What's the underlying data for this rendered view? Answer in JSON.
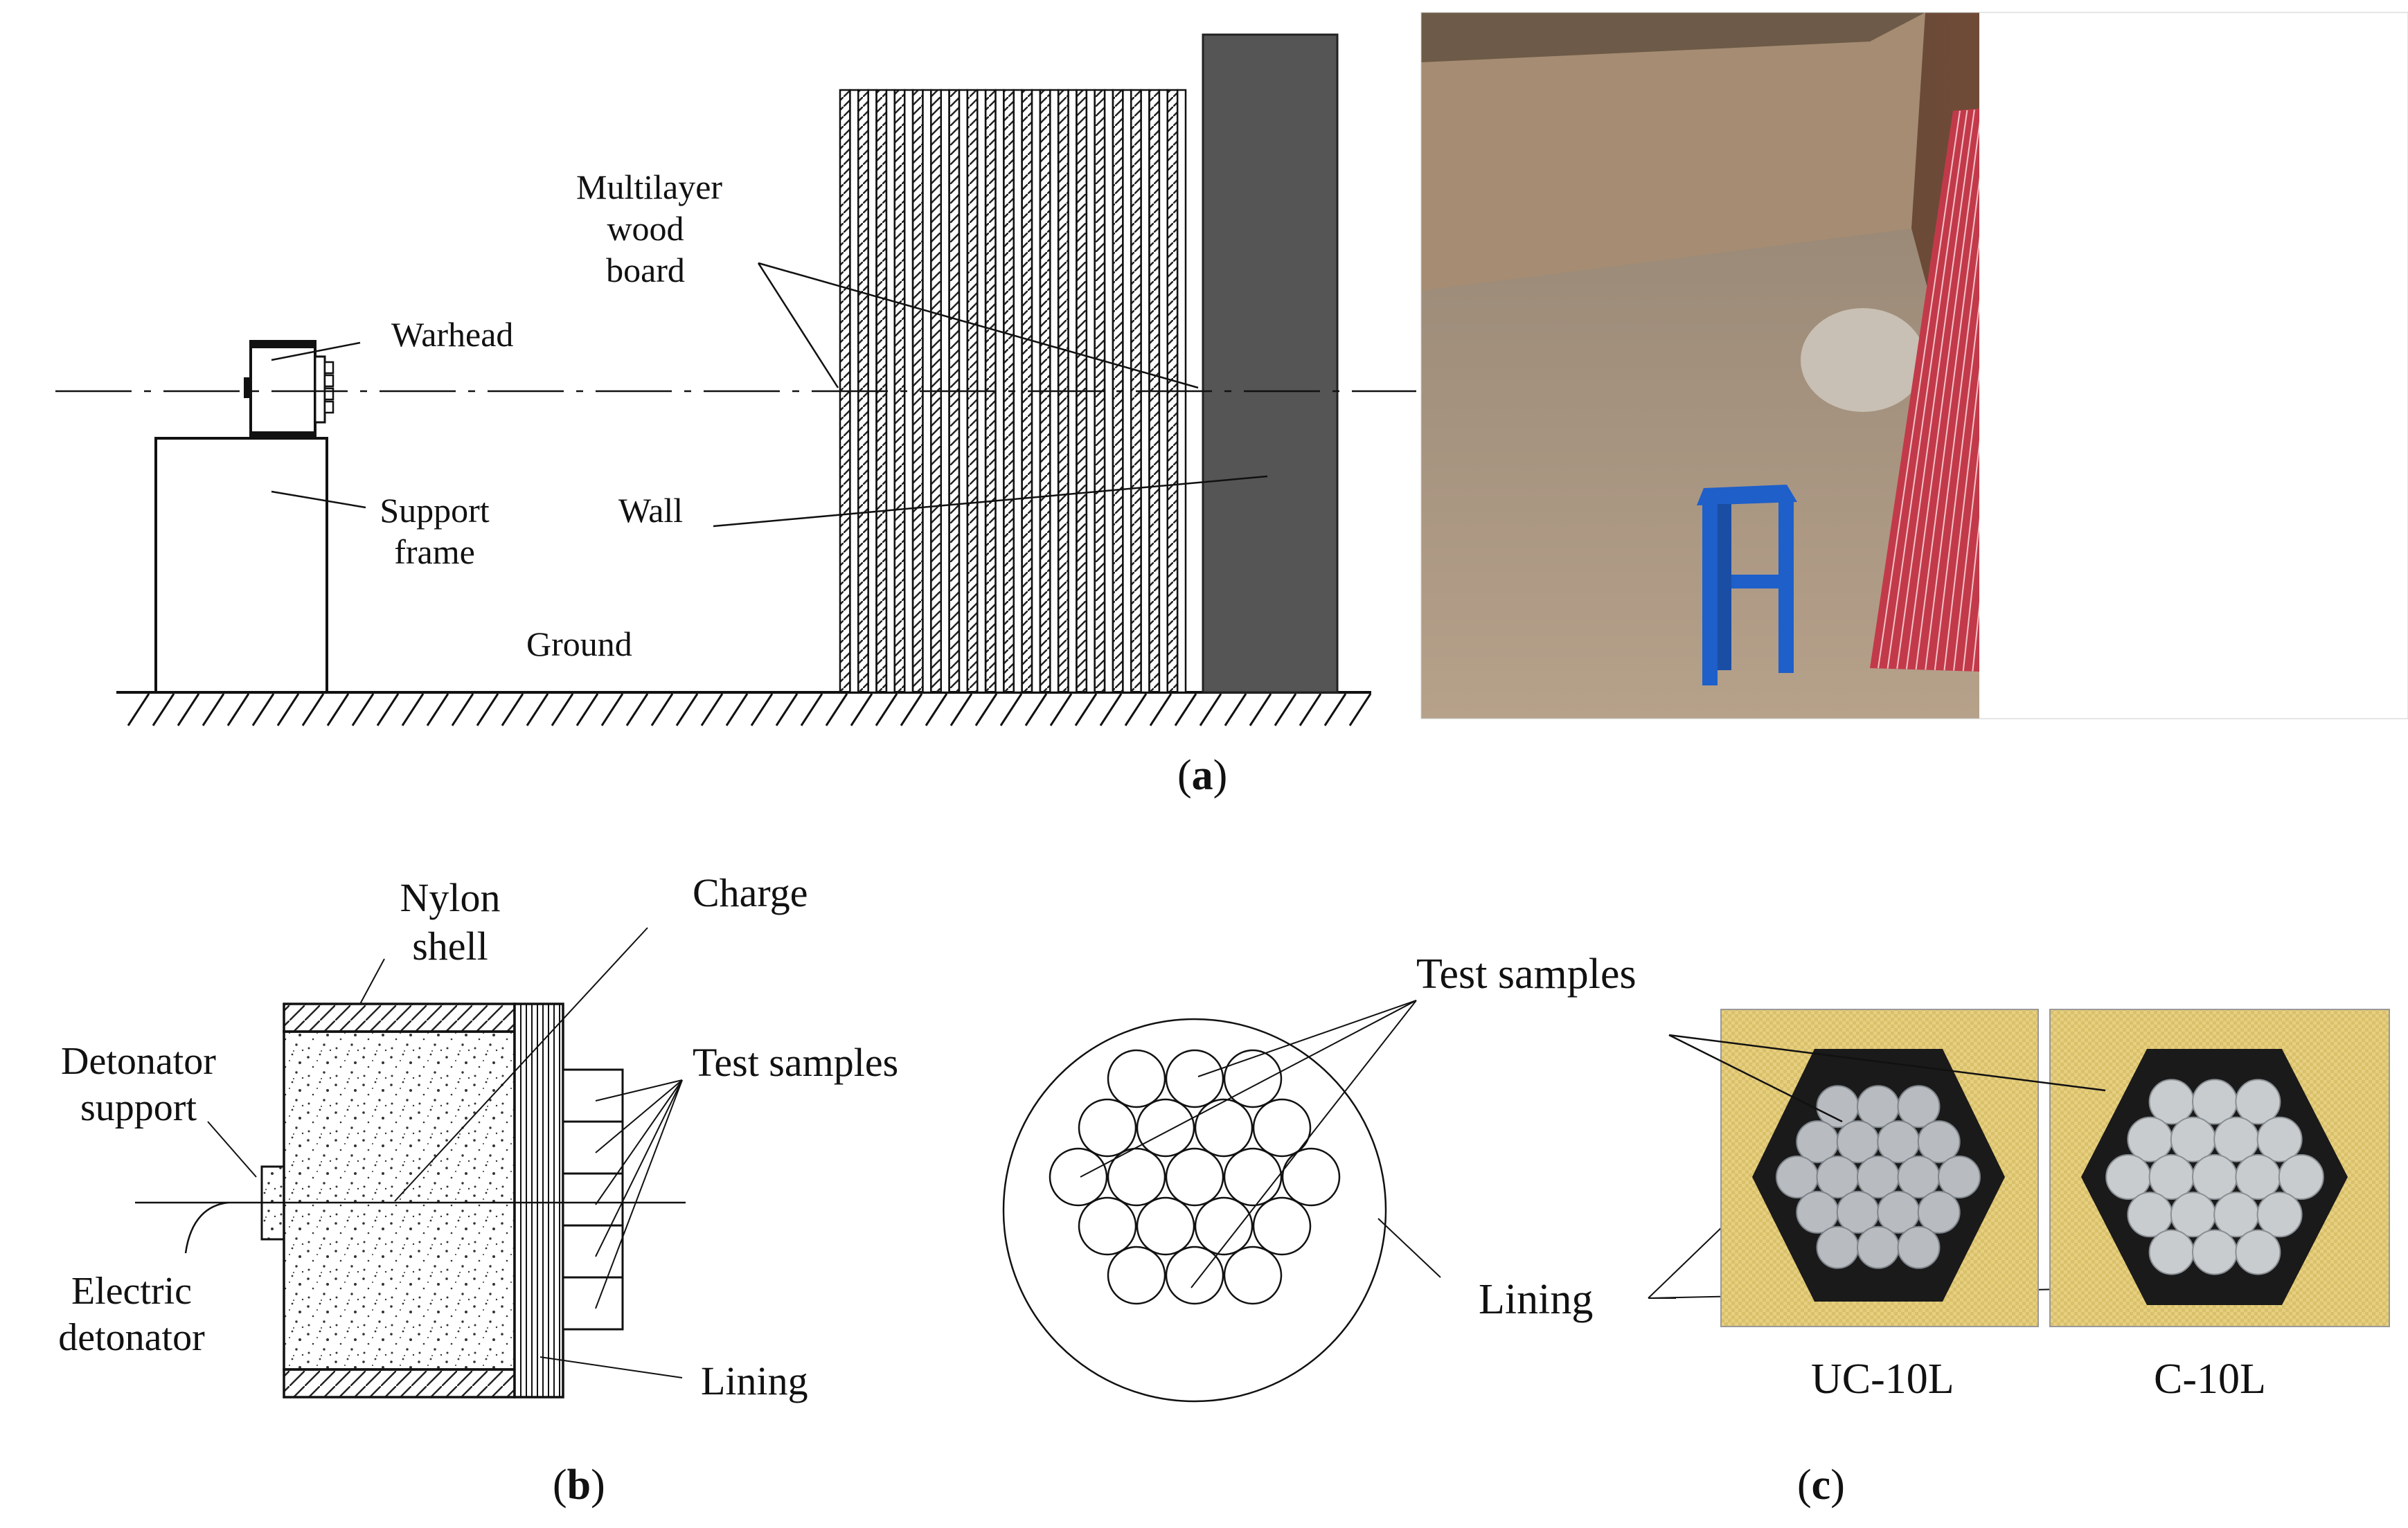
{
  "panel_a": {
    "caption": "a",
    "labels": {
      "multilayer_line1": "Multilayer",
      "multilayer_line2": "wood",
      "multilayer_line3": "board",
      "warhead": "Warhead",
      "support_line1": "Support",
      "support_line2": "frame",
      "wall": "Wall",
      "ground": "Ground"
    }
  },
  "panel_b": {
    "caption": "b",
    "labels": {
      "nylon_line1": "Nylon",
      "nylon_line2": "shell",
      "charge": "Charge",
      "test_samples": "Test samples",
      "detonator_support_line1": "Detonator",
      "detonator_support_line2": "support",
      "electric_line1": "Electric",
      "electric_line2": "detonator",
      "lining": "Lining"
    }
  },
  "panel_c": {
    "caption": "c",
    "labels": {
      "test_samples": "Test samples",
      "lining": "Lining",
      "sample_left": "UC-10L",
      "sample_right": "C-10L"
    }
  },
  "colors": {
    "wall": "#555555",
    "photo_wall": "#7a4a2e",
    "photo_ground": "#a08a72",
    "boards": "#c23a4a",
    "stool": "#1e5fc9",
    "lining_fabric": "#e8d48a",
    "wrap": "#1a1a1a",
    "samples": "#b8bcc0"
  }
}
